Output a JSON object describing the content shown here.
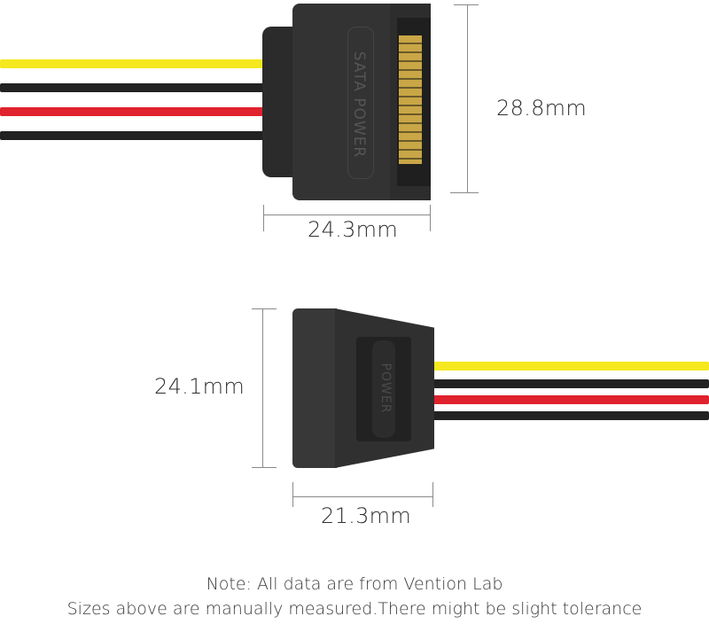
{
  "connectors": [
    {
      "name": "SATA power male connector",
      "body_text": "SATA POWER",
      "dimensions": {
        "height": "28.8mm",
        "width": "24.3mm"
      }
    },
    {
      "name": "SATA power female connector",
      "body_text": "POWER",
      "dimensions": {
        "height": "24.1mm",
        "width": "21.3mm"
      }
    }
  ],
  "wire_colors": {
    "yellow": "#f5e81e",
    "black": "#222222",
    "red": "#e0222e"
  },
  "note": {
    "line1": "Note: All data are from Vention Lab",
    "line2": "Sizes above are manually measured.There might be slight tolerance"
  }
}
